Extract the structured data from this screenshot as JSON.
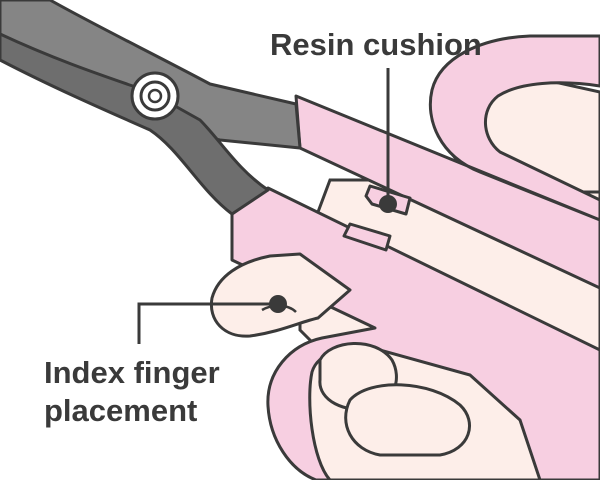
{
  "labels": {
    "resin_cushion": "Resin cushion",
    "index_line1": "Index finger",
    "index_line2": "placement"
  },
  "colors": {
    "outline": "#3a3a3a",
    "handle_pink": "#f7cfe1",
    "skin": "#fdeee9",
    "blade_gray": "#858585",
    "blade_inner": "#6e6e6e",
    "background": "#ffffff"
  }
}
